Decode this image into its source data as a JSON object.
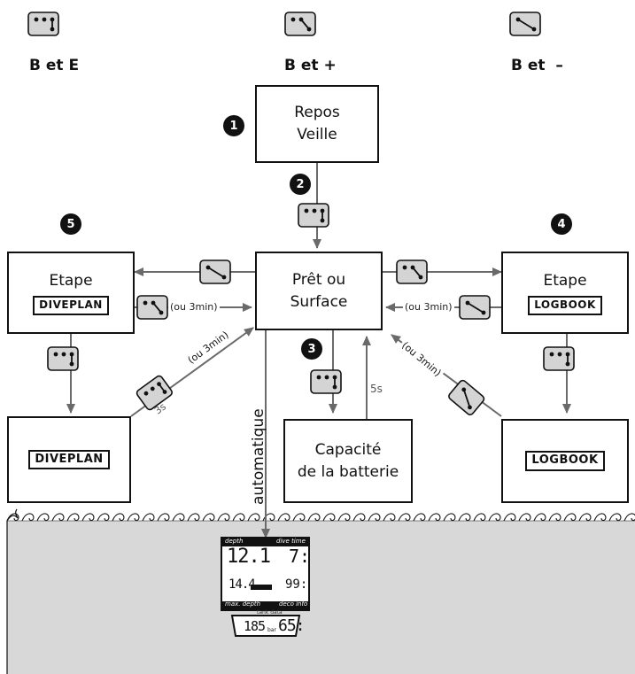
{
  "legend": [
    {
      "label": "B et E"
    },
    {
      "label": "B et +"
    },
    {
      "label": "B et  –"
    }
  ],
  "nodes": {
    "repos": {
      "line1": "Repos",
      "line2": "Veille"
    },
    "pret": {
      "line1": "Prêt ou",
      "line2": "Surface"
    },
    "etape_left": {
      "title": "Etape",
      "tag": "DIVEPLAN"
    },
    "etape_right": {
      "title": "Etape",
      "tag": "LOGBOOK"
    },
    "diveplan": {
      "tag": "DIVEPLAN"
    },
    "logbook": {
      "tag": "LOGBOOK"
    },
    "batterie": {
      "line1": "Capacité",
      "line2": "de la batterie"
    }
  },
  "badges": [
    "1",
    "2",
    "3",
    "4",
    "5"
  ],
  "notes": {
    "ou3min": "(ou 3min)",
    "five_s": "5s",
    "three_s": "3s",
    "automatique": "automatique"
  },
  "lcd": {
    "depth_label": "depth",
    "divetime_label": "dive time",
    "maxdepth_label": "max. depth",
    "decoinfo_label": "deco info",
    "depth": "12.1",
    "divetime": "7:",
    "maxdepth": "14.4",
    "deco": "99:",
    "bottom_title": "tank data",
    "pressure": "185",
    "pressure_unit": "bar",
    "rbt": "65:"
  },
  "colors": {
    "water": "#d8d8d8",
    "ink": "#111111",
    "arrow": "#6a6a6a"
  }
}
